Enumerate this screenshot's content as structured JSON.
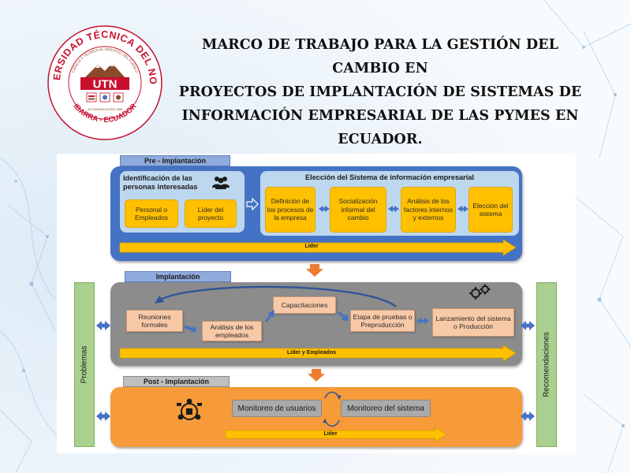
{
  "title": {
    "line1": "MARCO DE TRABAJO PARA LA GESTIÓN DEL CAMBIO EN",
    "line2": "PROYECTOS DE IMPLANTACIÓN DE SISTEMAS DE",
    "line3": "INFORMACIÓN EMPRESARIAL DE LAS PYMES EN",
    "line4": "ECUADOR."
  },
  "seal": {
    "top_text": "UNIVERSIDAD TÉCNICA DEL NORTE",
    "motto": "CIENCIA Y TÉCNICA AL SERVICIO DEL PUEBLO",
    "acronym": "UTN",
    "autonomy": "AUTONOMÍA DESDE 1986",
    "city": "IBARRA - ECUADOR",
    "red": "#c8102e",
    "brown": "#8b4a2b"
  },
  "diagram": {
    "pre": {
      "tab": "Pre - Implantación",
      "stakeholders_title": "Identificación de las personas interesadas",
      "stakeholders": [
        "Personal o Empleados",
        "Líder del proyecto"
      ],
      "system_title": "Elección del Sistema de información empresarial",
      "steps": [
        "Definición de los procesos de la empresa",
        "Socialización informal del cambio",
        "Análisis de los factores internos y externos",
        "Elección del sistema"
      ],
      "arrow_label": "Líder"
    },
    "impl": {
      "tab": "Implantación",
      "steps": {
        "reuniones": "Reuniones formales",
        "analisis": "Análisis de los empleados",
        "capacitaciones": "Capacitaciones",
        "pruebas": "Etapa de pruebas o Preproducción",
        "lanzamiento": "Lanzamiento del sistema o Producción"
      },
      "arrow_label": "Líder y Empleados"
    },
    "post": {
      "tab": "Post - Implantación",
      "steps": [
        "Monitoreo de usuarios",
        "Monitoreo del sistema"
      ],
      "arrow_label": "Líder"
    },
    "left_bar": "Problemas",
    "right_bar": "Recomendaciones"
  },
  "colors": {
    "blue": "#4472c4",
    "light_blue": "#bdd7ee",
    "yellow": "#ffc000",
    "gray": "#8c8c8c",
    "orange": "#f79a3a",
    "green": "#a9d08e",
    "arrow_orange": "#ed7d31"
  }
}
